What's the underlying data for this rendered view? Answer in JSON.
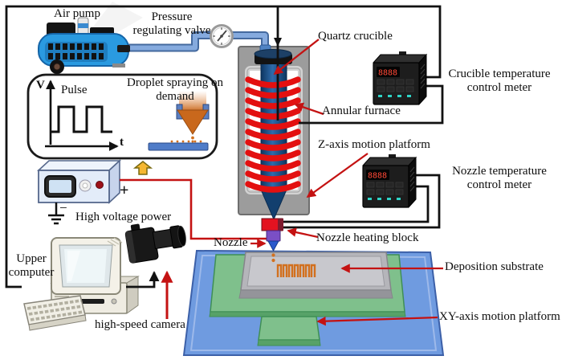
{
  "labels": {
    "air_pump": "Air pump",
    "pressure_valve": "Pressure regulating valve",
    "quartz_crucible": "Quartz crucible",
    "crucible_meter": "Crucible temperature control meter",
    "annular_furnace": "Annular furnace",
    "z_axis": "Z-axis motion platform",
    "nozzle_meter": "Nozzle temperature control meter",
    "pulse": "Pulse",
    "v_axis": "V",
    "t_axis": "t",
    "droplet_spraying": "Droplet spraying on demand",
    "high_voltage": "High voltage power",
    "plus": "+",
    "minus": "−",
    "upper_computer": "Upper computer",
    "camera": "high-speed camera",
    "nozzle": "Nozzle",
    "nozzle_heating": "Nozzle heating block",
    "deposition_substrate": "Deposition substrate",
    "xy_platform": "XY-axis motion platform"
  },
  "meters": {
    "display": "8888"
  },
  "colors": {
    "wire_black": "#111111",
    "wire_red": "#c41212",
    "tube_blue": "#85aade",
    "furnace_coil_red": "#e31010",
    "crucible_blue": "#164a80",
    "platform_blue": "#6f9be0",
    "plate_green": "#7fc08c",
    "substrate_gray": "#b5b5ba",
    "droplet_orange": "#d2701e",
    "arrow_yellow": "#f5b731"
  }
}
